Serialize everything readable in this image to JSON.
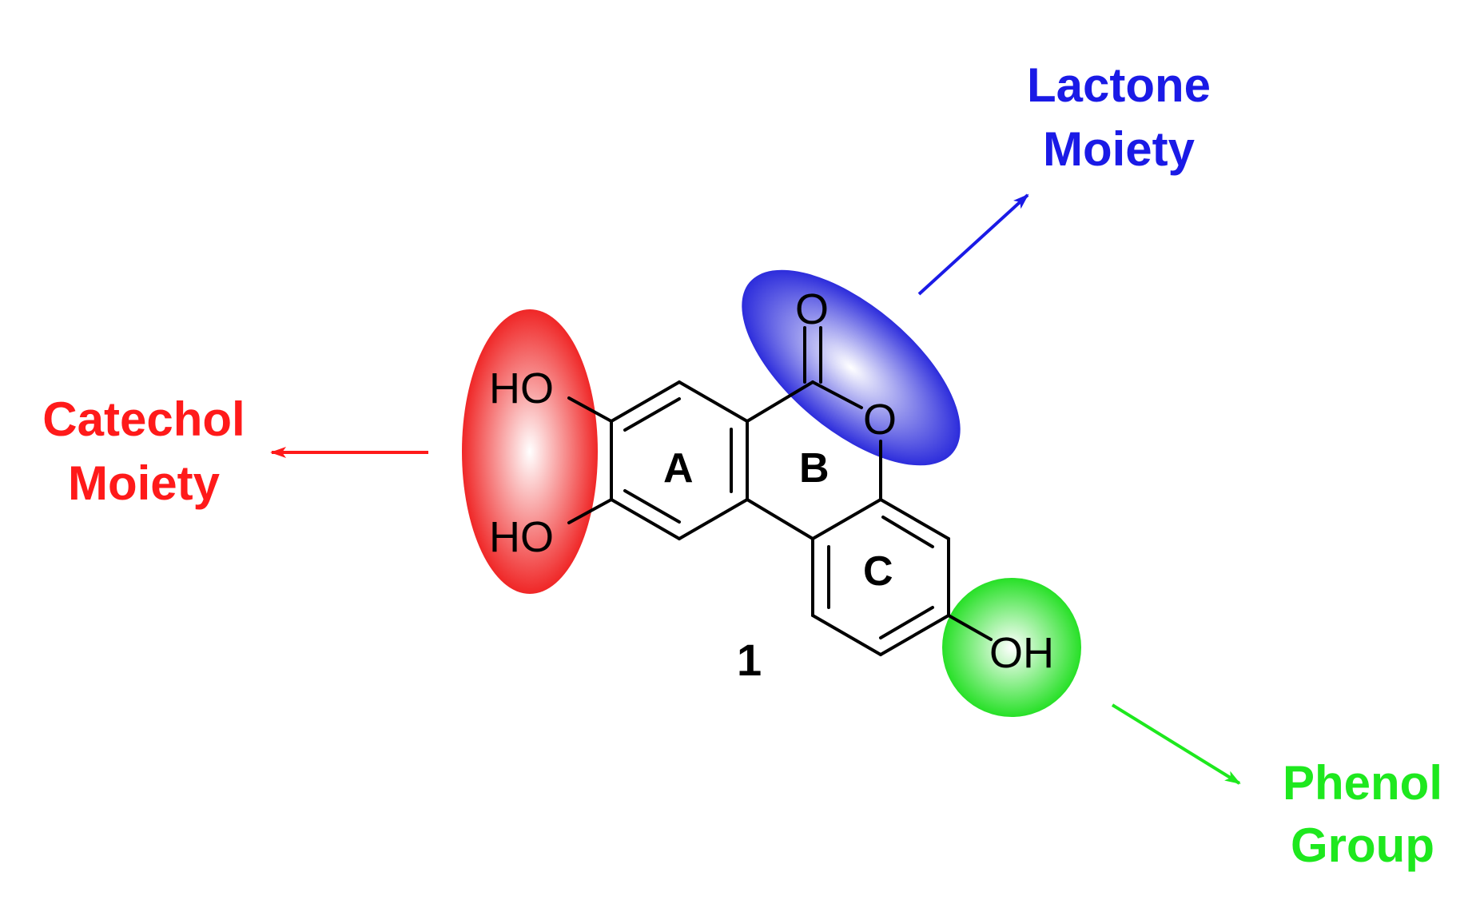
{
  "labels": {
    "catechol": [
      "Catechol",
      "Moiety"
    ],
    "lactone": [
      "Lactone",
      "Moiety"
    ],
    "phenol": [
      "Phenol",
      "Group"
    ]
  },
  "atoms": {
    "ho_top": "HO",
    "ho_bottom": "HO",
    "oh_right": "OH",
    "o_carbonyl": "O",
    "o_ring": "O"
  },
  "rings": {
    "a": "A",
    "b": "B",
    "c": "C"
  },
  "compound_number": "1",
  "colors": {
    "catechol": "#ff1a1a",
    "lactone": "#1a1ae6",
    "phenol": "#1ee81e"
  }
}
